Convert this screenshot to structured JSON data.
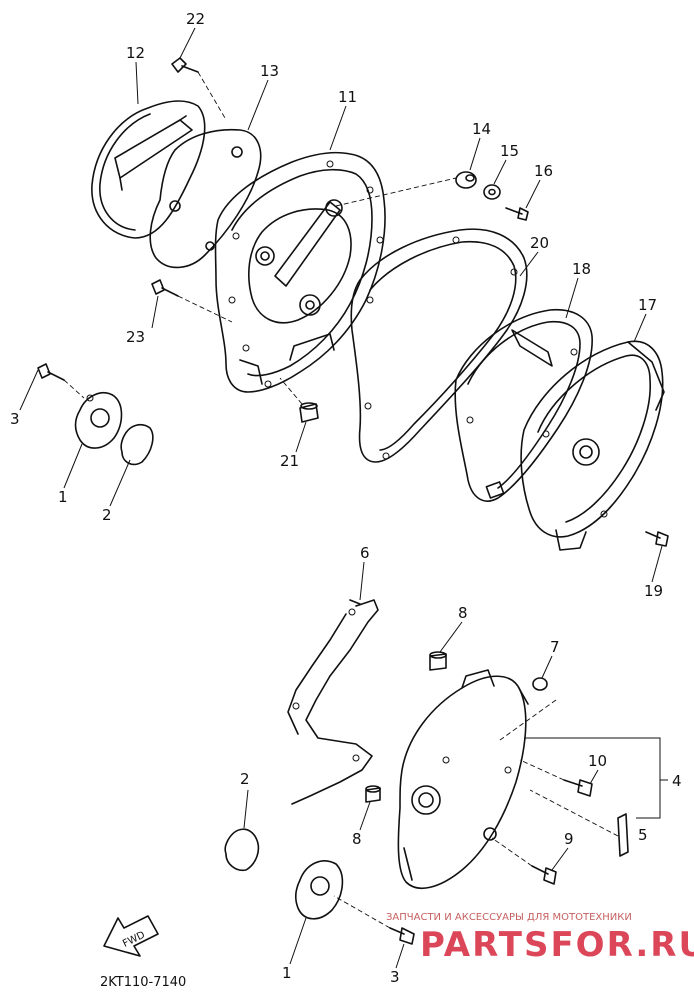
{
  "diagram": {
    "code": "2KT110-7140",
    "fwd": "FWD",
    "watermark": {
      "line1": "ЗАПЧАСТИ И АКСЕССУАРЫ ДЛЯ МОТОТЕХНИКИ",
      "line2": "PARTSFOR.RU"
    },
    "labels": [
      "22",
      "12",
      "13",
      "11",
      "14",
      "15",
      "16",
      "20",
      "18",
      "17",
      "23",
      "3",
      "1",
      "2",
      "21",
      "19",
      "6",
      "8",
      "7",
      "10",
      "4",
      "5",
      "9",
      "2",
      "8",
      "1",
      "3"
    ]
  }
}
